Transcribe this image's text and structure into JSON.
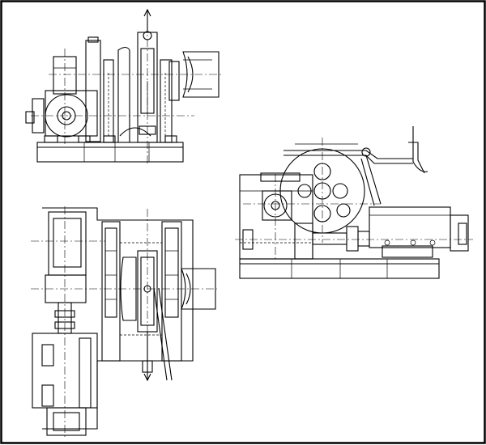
{
  "drawing": {
    "type": "engineering-drawing",
    "subject": "windlass",
    "views": [
      "front-elevation",
      "top-plan",
      "side-elevation"
    ],
    "line_color": "#000000",
    "background": "#ffffff",
    "labels": []
  }
}
